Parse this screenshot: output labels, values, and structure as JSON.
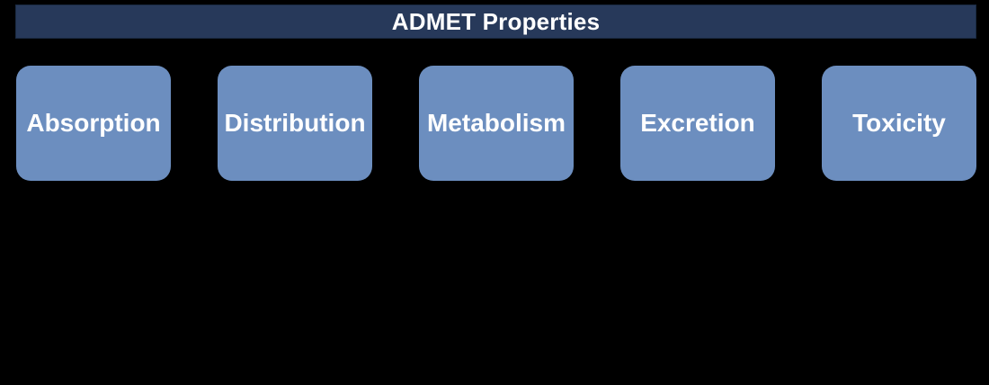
{
  "diagram": {
    "title": "ADMET Properties",
    "nodes": [
      {
        "label": "Absorption"
      },
      {
        "label": "Distribution"
      },
      {
        "label": "Metabolism"
      },
      {
        "label": "Excretion"
      },
      {
        "label": "Toxicity"
      }
    ],
    "colors": {
      "background": "#000000",
      "header_fill": "#27395a",
      "header_border": "#1a2a42",
      "box_fill": "#6c8ebf",
      "text": "#ffffff"
    }
  }
}
